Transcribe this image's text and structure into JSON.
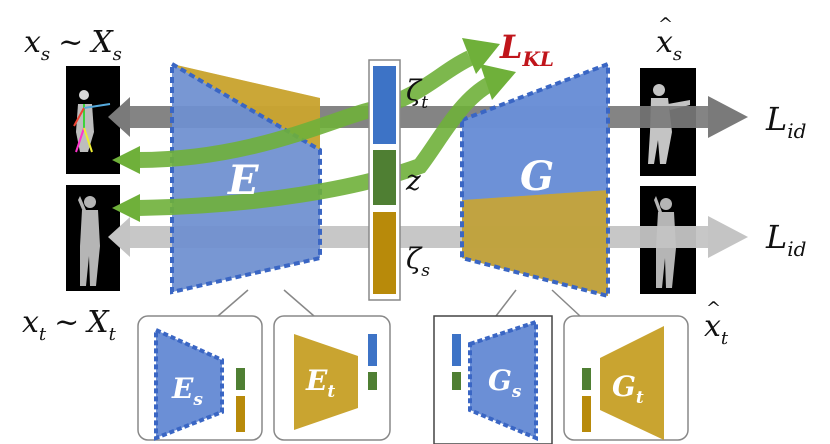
{
  "labels": {
    "xs_main": "x",
    "xs_sub": "s",
    "xs_dist": "X",
    "xs_dist_sub": "s",
    "xt_main": "x",
    "xt_sub": "t",
    "xt_dist": "X",
    "xt_dist_sub": "t",
    "tilde": "~",
    "xs_hat_main": "x",
    "xs_hat_sub": "s",
    "xt_hat_main": "x",
    "xt_hat_sub": "t",
    "hat": "^",
    "loss_id_main": "L",
    "loss_id_sub": "id",
    "loss_kl_main": "L",
    "loss_kl_sub": "KL",
    "encoder": "E",
    "generator": "G",
    "zeta_t_main": "ζ",
    "zeta_t_sub": "t",
    "z": "z",
    "zeta_s_main": "ζ",
    "zeta_s_sub": "s",
    "es_main": "E",
    "es_sub": "s",
    "et_main": "E",
    "et_sub": "t",
    "gs_main": "G",
    "gs_sub": "s",
    "gt_main": "G",
    "gt_sub": "t"
  },
  "colors": {
    "gold": "#c9a430",
    "blue": "#6b8fd6",
    "dashed_blue": "#3a66c4",
    "green_arrow": "#6fb03a",
    "gray_dark": "#7a7a7a",
    "gray_light": "#c4c4c4",
    "latent_blue": "#3d73c6",
    "latent_green": "#4f7f33",
    "latent_gold": "#b88a0a",
    "loss_kl_red": "#c0151b"
  }
}
